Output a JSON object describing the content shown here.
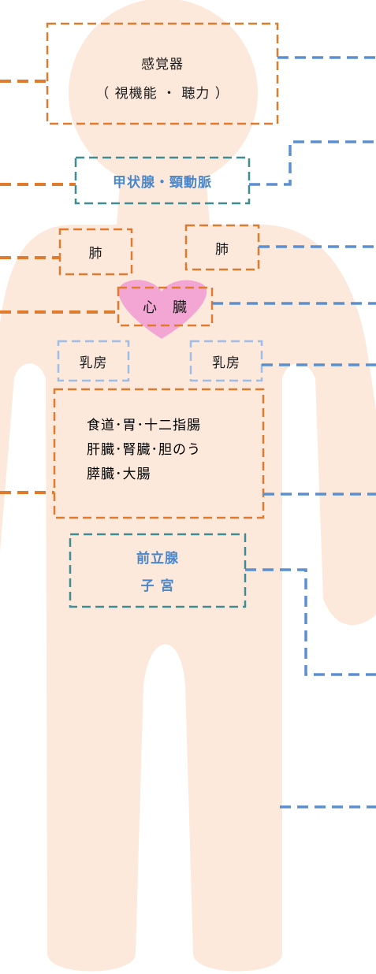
{
  "colors": {
    "body": "#fde9dc",
    "orange_dash": "#e07a2c",
    "blue_dash": "#5b8fd0",
    "teal_dash": "#3f8c95",
    "light_blue_dash": "#9ebde6",
    "heart": "#f3a6d3",
    "text": "#1a1a1a",
    "blue_text": "#4a86c8"
  },
  "labels": {
    "sensory_line1": "感覚器",
    "sensory_line2": "（ 視機能 ・ 聴力 ）",
    "thyroid": "甲状腺・頸動脈",
    "lung_left": "肺",
    "lung_right": "肺",
    "heart": "心　臓",
    "breast_left": "乳房",
    "breast_right": "乳房",
    "digestive_line1": "食道･胃･十二指腸",
    "digestive_line2": "肝臓･腎臓･胆のう",
    "digestive_line3": "膵臓･大腸",
    "prostate": "前立腺",
    "uterus": "子 宮"
  }
}
